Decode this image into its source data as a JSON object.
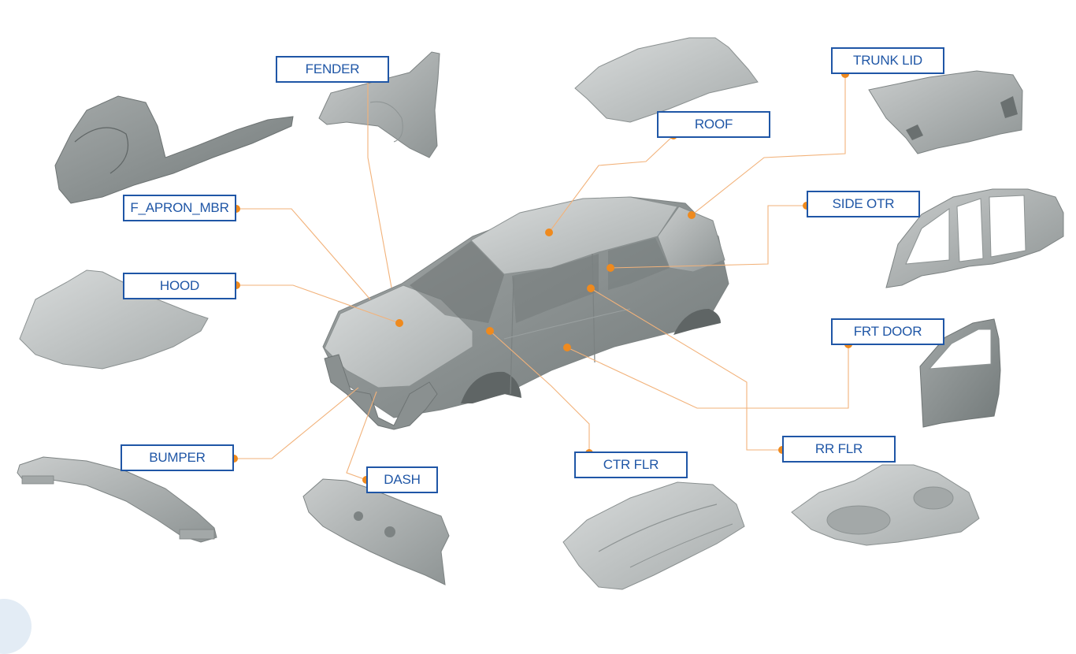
{
  "colors": {
    "label_border": "#1f56a6",
    "label_text": "#1f56a6",
    "leader_line": "#f2b27a",
    "marker_dot": "#ef8a1e",
    "part_fill": "#b9bdbd",
    "part_dark": "#8d9393",
    "part_light": "#d6d9d9"
  },
  "parts": {
    "fender": "FENDER",
    "roof": "ROOF",
    "trunk_lid": "TRUNK LID",
    "f_apron_mbr": "F_APRON_MBR",
    "side_otr": "SIDE OTR",
    "hood": "HOOD",
    "frt_door": "FRT DOOR",
    "bumper": "BUMPER",
    "dash": "DASH",
    "ctr_flr": "CTR FLR",
    "rr_flr": "RR FLR"
  }
}
